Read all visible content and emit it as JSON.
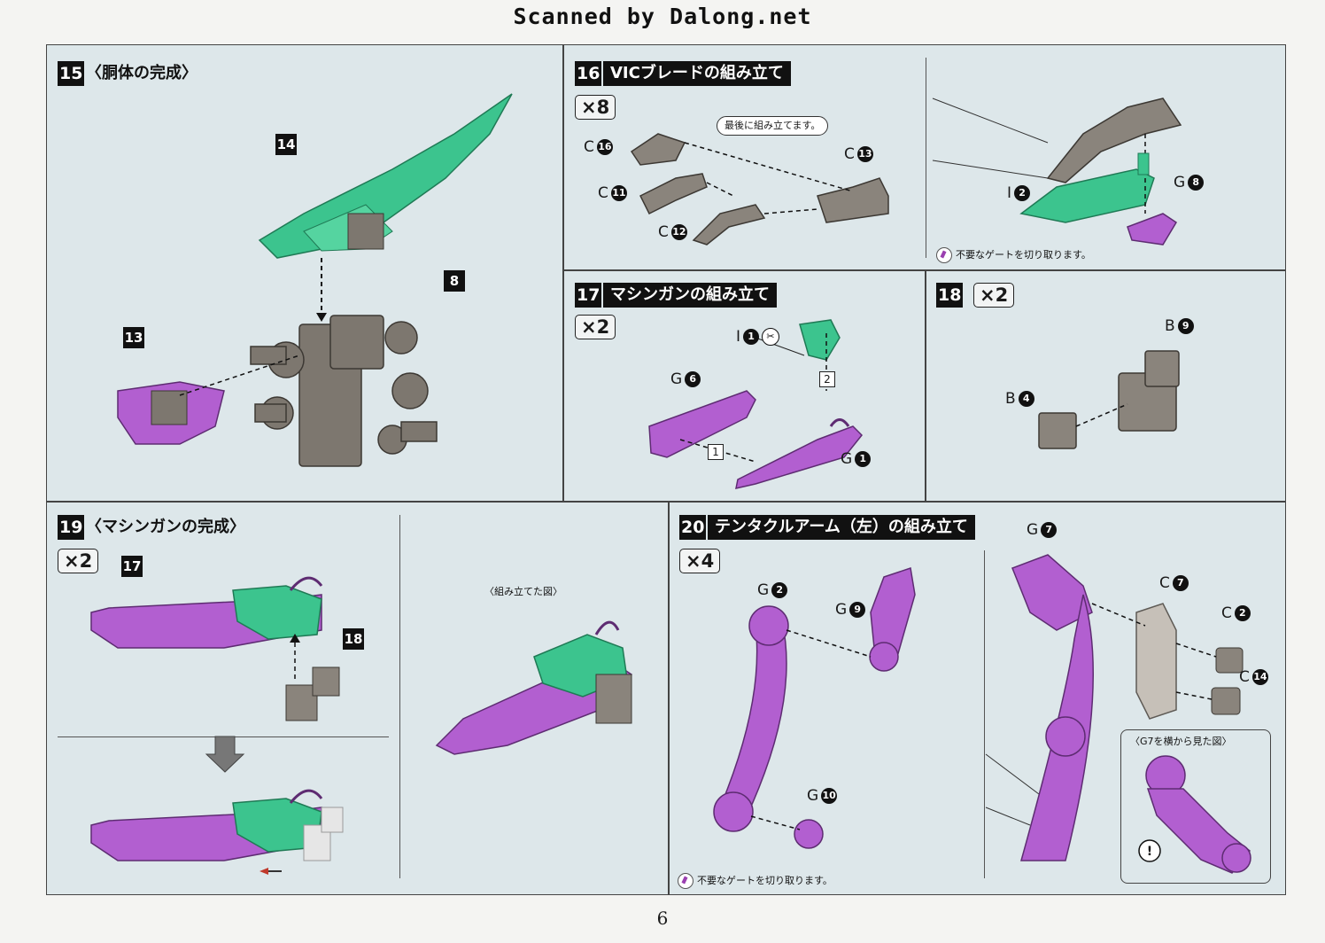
{
  "watermark": "Scanned by Dalong.net",
  "page_number": "6",
  "steps": {
    "s15": {
      "num": "15",
      "title": "〈胴体の完成〉",
      "callouts": [
        "14",
        "8",
        "13"
      ]
    },
    "s16": {
      "num": "16",
      "title": "VICブレードの組み立て",
      "mult": "×8",
      "note": "最後に組み立てます。",
      "gate_note": "不要なゲートを切り取ります。",
      "parts": [
        {
          "letter": "C",
          "num": "16"
        },
        {
          "letter": "C",
          "num": "11"
        },
        {
          "letter": "C",
          "num": "12"
        },
        {
          "letter": "C",
          "num": "13"
        },
        {
          "letter": "I",
          "num": "2"
        },
        {
          "letter": "G",
          "num": "8"
        }
      ]
    },
    "s17": {
      "num": "17",
      "title": "マシンガンの組み立て",
      "mult": "×2",
      "parts": [
        {
          "letter": "I",
          "num": "1"
        },
        {
          "letter": "G",
          "num": "6"
        },
        {
          "letter": "G",
          "num": "1"
        }
      ],
      "order": [
        "1",
        "2"
      ]
    },
    "s18": {
      "num": "18",
      "mult": "×2",
      "parts": [
        {
          "letter": "B",
          "num": "9"
        },
        {
          "letter": "B",
          "num": "4"
        }
      ]
    },
    "s19": {
      "num": "19",
      "title": "〈マシンガンの完成〉",
      "mult": "×2",
      "callouts": [
        "17",
        "18"
      ],
      "caption": "〈組み立てた図〉"
    },
    "s20": {
      "num": "20",
      "title": "テンタクルアーム（左）の組み立て",
      "mult": "×4",
      "gate_note": "不要なゲートを切り取ります。",
      "detail_caption": "〈G7を横から見た図〉",
      "parts": [
        {
          "letter": "G",
          "num": "2"
        },
        {
          "letter": "G",
          "num": "9"
        },
        {
          "letter": "G",
          "num": "10"
        },
        {
          "letter": "G",
          "num": "7"
        },
        {
          "letter": "C",
          "num": "7"
        },
        {
          "letter": "C",
          "num": "2"
        },
        {
          "letter": "C",
          "num": "14"
        }
      ]
    }
  },
  "colors": {
    "green": "#3cc48e",
    "purple": "#b25fd0",
    "gray": "#7d776f",
    "panel_bg": "#dde7ea"
  }
}
